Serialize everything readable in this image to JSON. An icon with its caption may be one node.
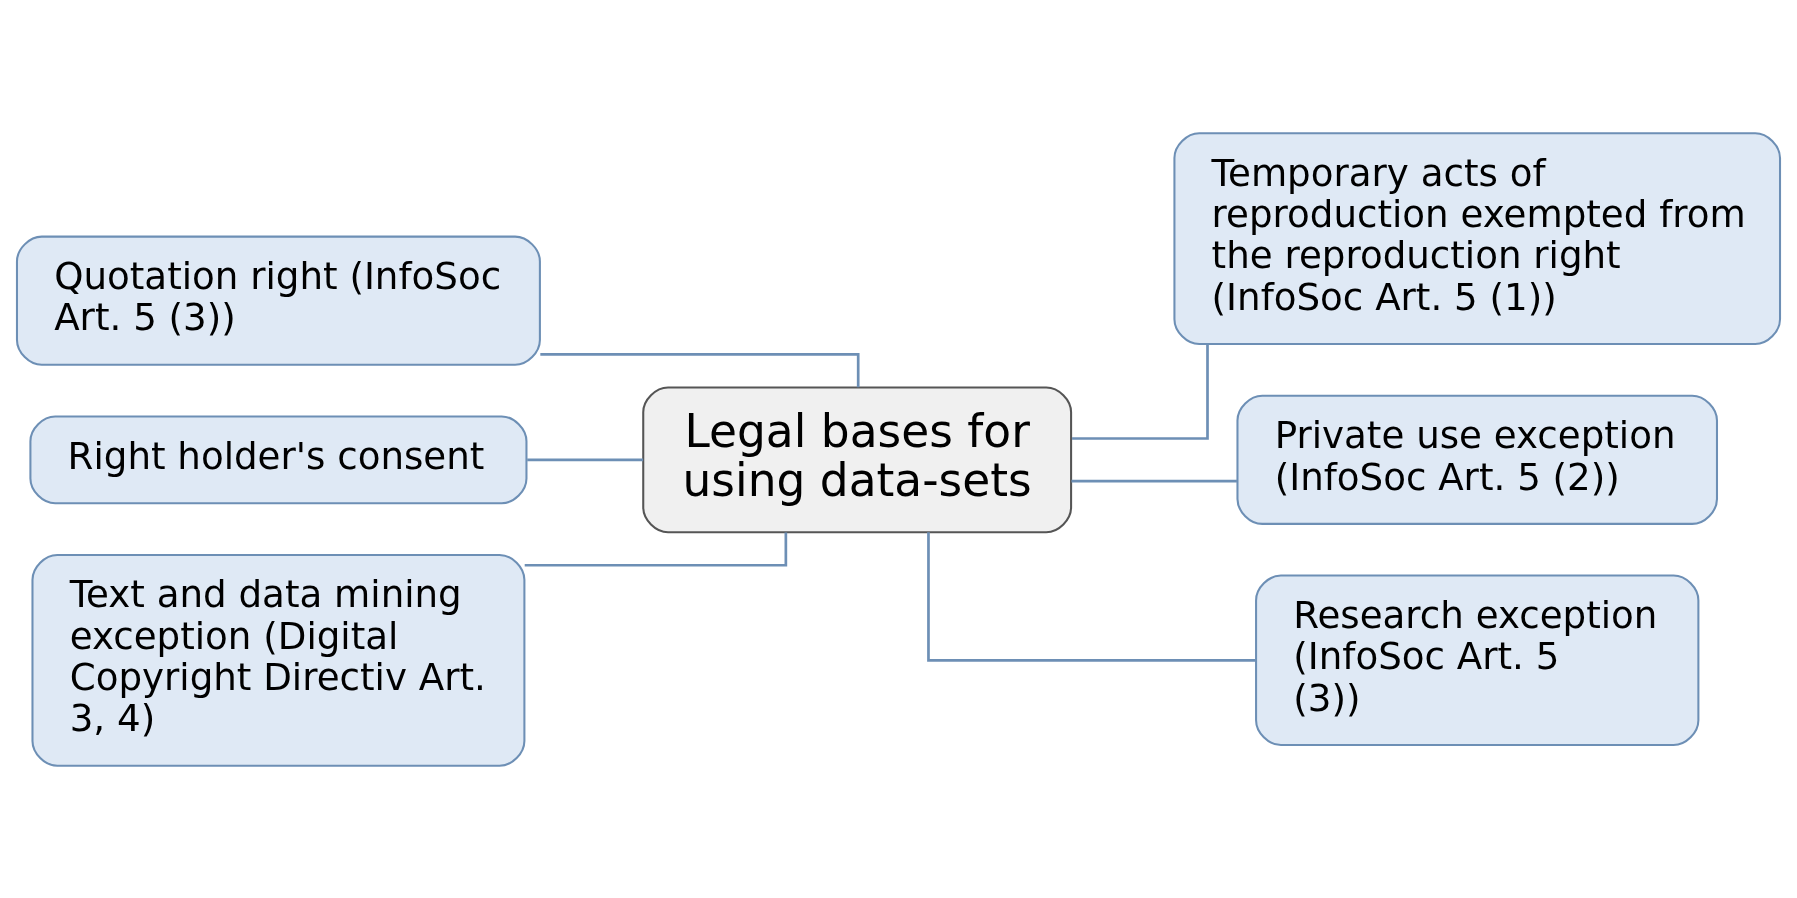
{
  "diagram": {
    "nodes": [
      {
        "text": [
          "Legal bases for using data-sets"
        ]
      },
      {
        "text": [
          "Quotation right (InfoSoc Art. 5 (3))"
        ]
      },
      {
        "text": [
          "Right holder's consent"
        ]
      },
      {
        "text": [
          "Text and data mining exception (Digital Copyright Directiv Art. 3, 4)"
        ]
      },
      {
        "text": [
          "Temporary acts of reproduction exempted from the reproduction right (InfoSoc Art. 5 (1))"
        ]
      },
      {
        "text": [
          "Private use exception (InfoSoc Art. 5 (2))"
        ]
      },
      {
        "text": [
          "Research exception (InfoSoc Art. 5 (3))"
        ]
      }
    ],
    "edges": [
      {
        "from": 1,
        "to": 0,
        "arrow": "none"
      },
      {
        "from": 2,
        "to": 0,
        "arrow": "none"
      },
      {
        "from": 3,
        "to": 0,
        "arrow": "none"
      },
      {
        "from": 0,
        "to": 4,
        "arrow": "none"
      },
      {
        "from": 0,
        "to": 5,
        "arrow": "none"
      },
      {
        "from": 0,
        "to": 6,
        "arrow": "none"
      }
    ]
  }
}
